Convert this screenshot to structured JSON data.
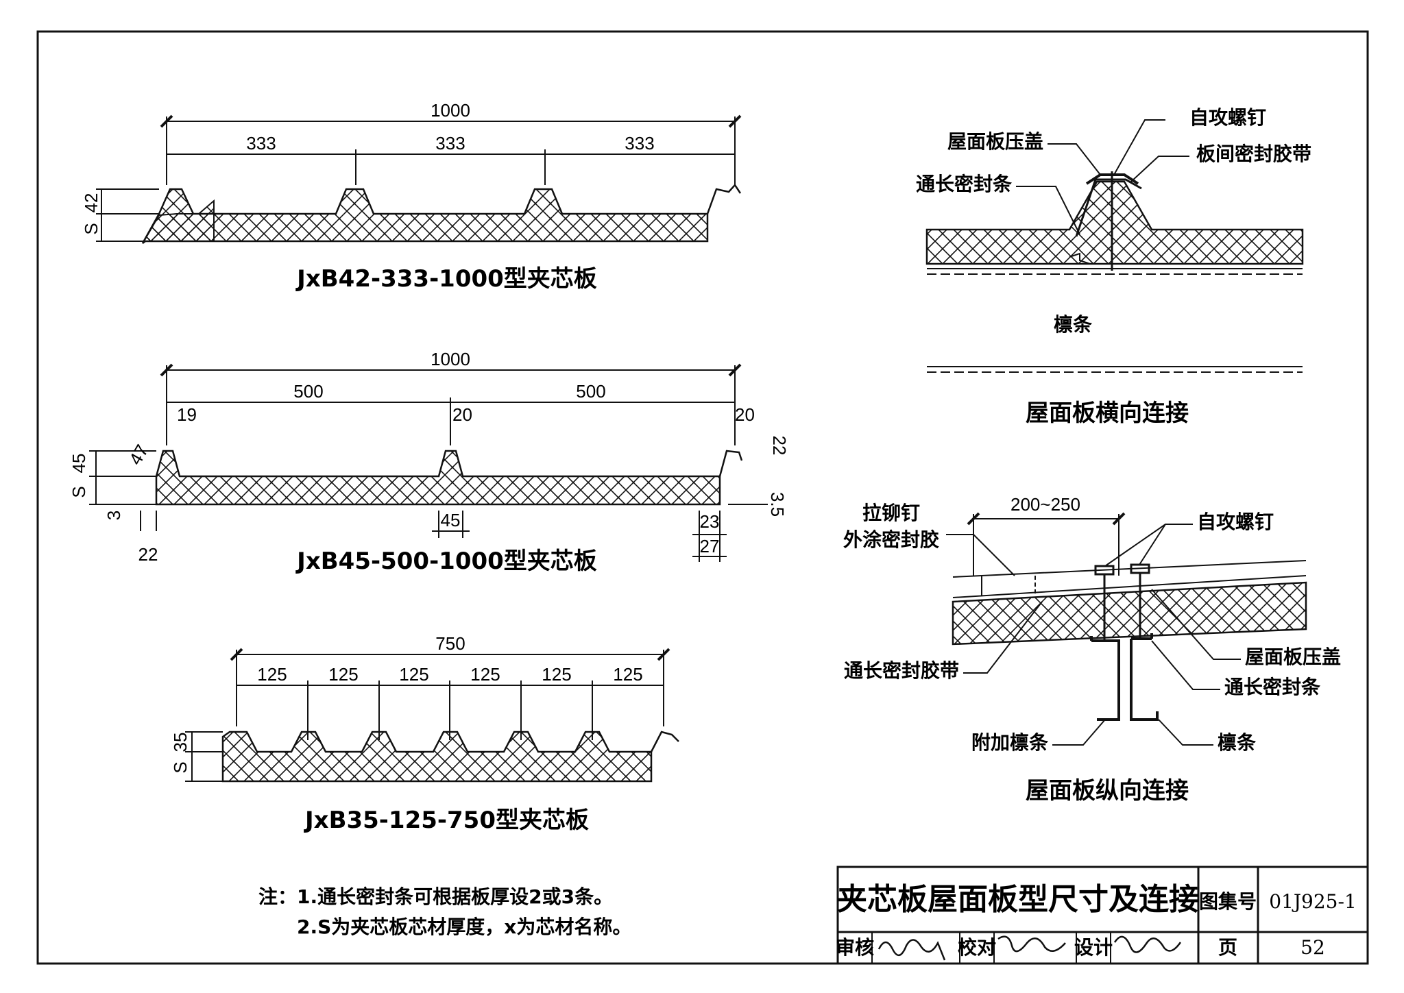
{
  "panel1": {
    "caption": "JxB42-333-1000型夹芯板",
    "dim_total": "1000",
    "dim_spans": [
      "333",
      "333",
      "333"
    ],
    "dim_rib": "42",
    "dim_s": "S"
  },
  "panel2": {
    "caption": "JxB45-500-1000型夹芯板",
    "dim_total": "1000",
    "dim_spans": [
      "500",
      "500"
    ],
    "dim_top_left": "19",
    "dim_top_mid": "20",
    "dim_top_right": "20",
    "dim_rib_slope": "47",
    "dim_rib": "45",
    "dim_s": "S",
    "dim_edge_right": "22",
    "dim_left_3": "3",
    "dim_right_35": "3.5",
    "dim_bottom_left": "22",
    "dim_bottom_mid": "45",
    "dim_bottom_right_1": "23",
    "dim_bottom_right_2": "27"
  },
  "panel3": {
    "caption": "JxB35-125-750型夹芯板",
    "dim_total": "750",
    "dim_spans": [
      "125",
      "125",
      "125",
      "125",
      "125",
      "125"
    ],
    "dim_rib": "35",
    "dim_s": "S"
  },
  "transverse": {
    "caption": "屋面板横向连接",
    "label_screw": "自攻螺钉",
    "label_cap": "屋面板压盖",
    "label_tape": "板间密封胶带",
    "label_strip": "通长密封条",
    "label_purlin": "檩条"
  },
  "longitudinal": {
    "caption": "屋面板纵向连接",
    "dim_overlap": "200~250",
    "label_rivet_1": "拉铆钉",
    "label_rivet_2": "外涂密封胶",
    "label_screw": "自攻螺钉",
    "label_tape": "通长密封胶带",
    "label_cap": "屋面板压盖",
    "label_strip": "通长密封条",
    "label_extra_purlin": "附加檩条",
    "label_purlin": "檩条"
  },
  "notes": {
    "prefix": "注：",
    "line1": "1.通长密封条可根据板厚设2或3条。",
    "line2": "2.S为夹芯板芯材厚度，x为芯材名称。"
  },
  "title_block": {
    "title": "夹芯板屋面板型尺寸及连接",
    "atlas_label": "图集号",
    "atlas_no": "01J925-1",
    "review": "审核",
    "check": "校对",
    "design": "设计",
    "page_label": "页",
    "page_no": "52"
  }
}
